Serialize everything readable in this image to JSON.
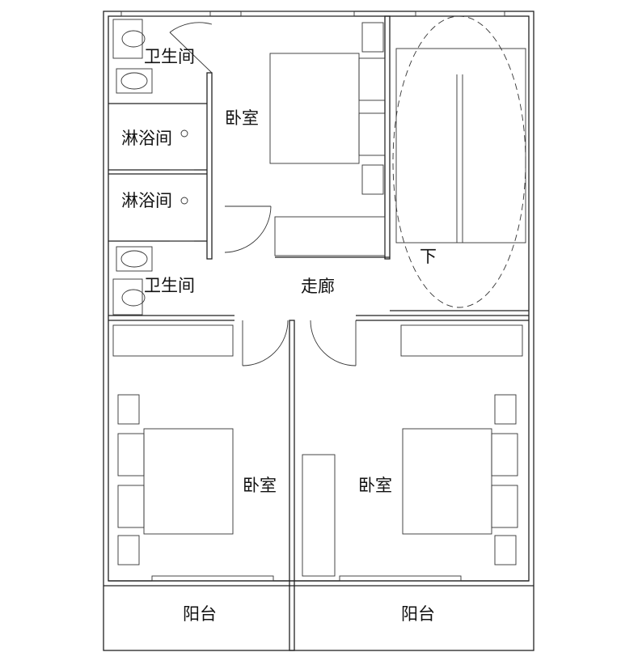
{
  "rooms": {
    "toilet_top": "卫生间",
    "shower_top": "淋浴间",
    "shower_bottom": "淋浴间",
    "toilet_bottom": "卫生间",
    "bedroom_top": "卧室",
    "corridor": "走廊",
    "stairs_down": "下",
    "bedroom_left": "卧室",
    "bedroom_right": "卧室",
    "balcony_left": "阳台",
    "balcony_right": "阳台"
  }
}
